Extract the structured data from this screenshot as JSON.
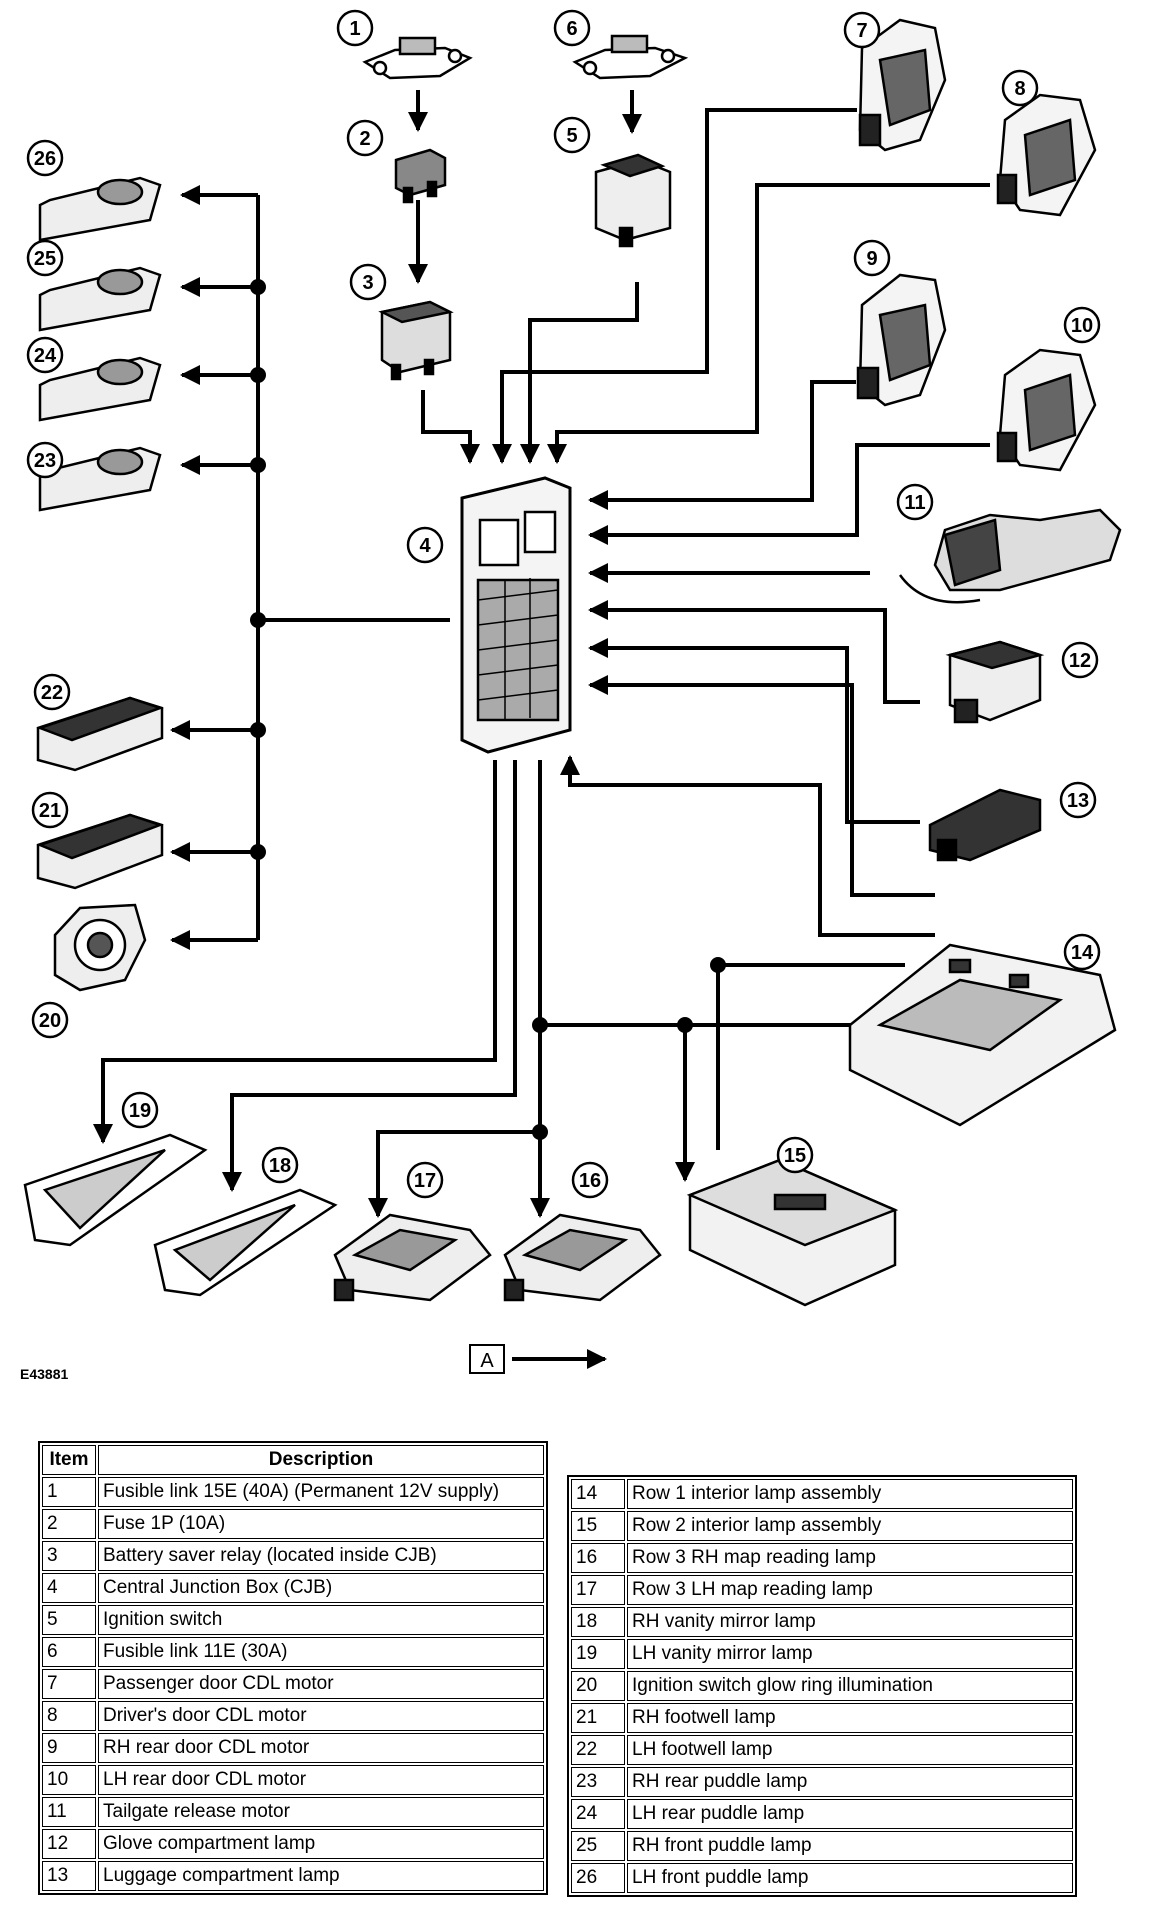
{
  "figure_id": "E43881",
  "view_label": "A",
  "callouts": [
    "1",
    "2",
    "3",
    "4",
    "5",
    "6",
    "7",
    "8",
    "9",
    "10",
    "11",
    "12",
    "13",
    "14",
    "15",
    "16",
    "17",
    "18",
    "19",
    "20",
    "21",
    "22",
    "23",
    "24",
    "25",
    "26"
  ],
  "legend": {
    "header_item": "Item",
    "header_description": "Description",
    "left": [
      {
        "item": "1",
        "description": "Fusible link 15E (40A) (Permanent 12V supply)"
      },
      {
        "item": "2",
        "description": "Fuse 1P (10A)"
      },
      {
        "item": "3",
        "description": "Battery saver relay (located inside CJB)"
      },
      {
        "item": "4",
        "description": "Central Junction Box (CJB)"
      },
      {
        "item": "5",
        "description": "Ignition switch"
      },
      {
        "item": "6",
        "description": "Fusible link 11E (30A)"
      },
      {
        "item": "7",
        "description": "Passenger door CDL motor"
      },
      {
        "item": "8",
        "description": "Driver's door CDL motor"
      },
      {
        "item": "9",
        "description": "RH rear door CDL motor"
      },
      {
        "item": "10",
        "description": "LH rear door CDL motor"
      },
      {
        "item": "11",
        "description": "Tailgate release motor"
      },
      {
        "item": "12",
        "description": "Glove compartment lamp"
      },
      {
        "item": "13",
        "description": "Luggage compartment lamp"
      }
    ],
    "right": [
      {
        "item": "14",
        "description": "Row 1 interior lamp assembly"
      },
      {
        "item": "15",
        "description": "Row 2 interior lamp assembly"
      },
      {
        "item": "16",
        "description": "Row 3 RH map reading lamp"
      },
      {
        "item": "17",
        "description": "Row 3 LH map reading lamp"
      },
      {
        "item": "18",
        "description": "RH vanity mirror lamp"
      },
      {
        "item": "19",
        "description": "LH vanity mirror lamp"
      },
      {
        "item": "20",
        "description": "Ignition switch glow ring illumination"
      },
      {
        "item": "21",
        "description": "RH footwell lamp"
      },
      {
        "item": "22",
        "description": "LH footwell lamp"
      },
      {
        "item": "23",
        "description": "RH rear puddle lamp"
      },
      {
        "item": "24",
        "description": "LH rear puddle lamp"
      },
      {
        "item": "25",
        "description": "RH front puddle lamp"
      },
      {
        "item": "26",
        "description": "LH front puddle lamp"
      }
    ]
  }
}
